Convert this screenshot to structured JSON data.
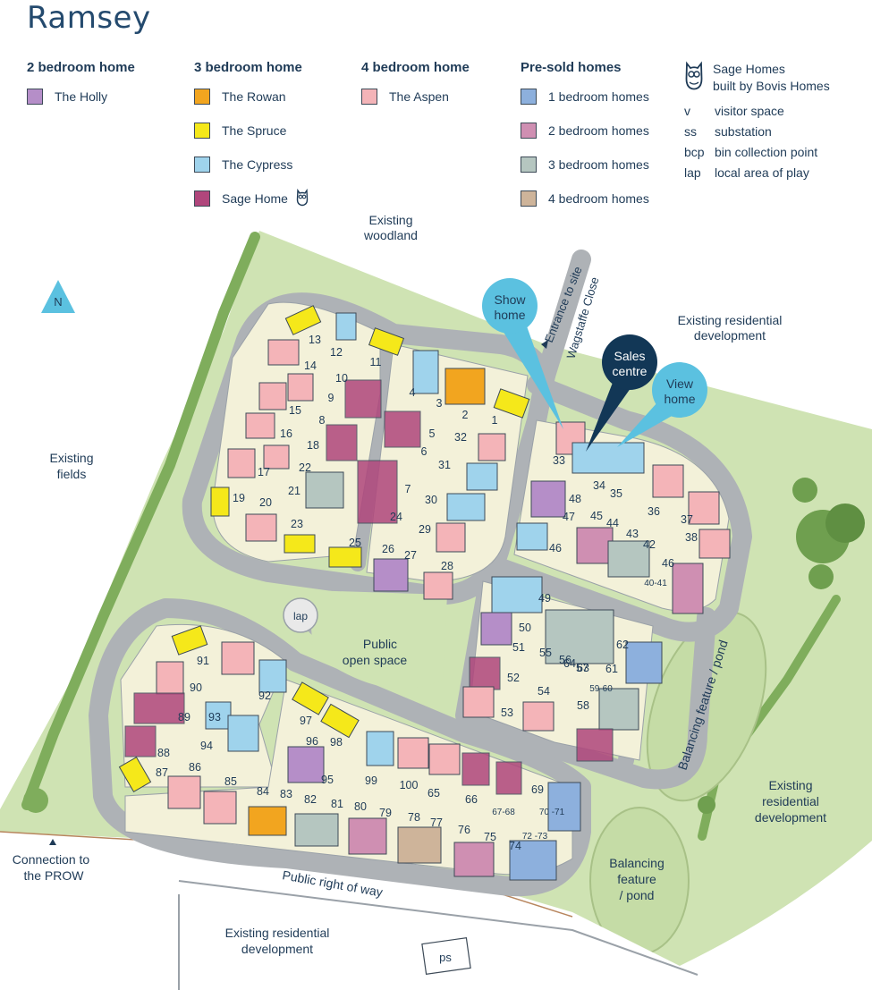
{
  "title": "Ramsey",
  "legend": {
    "two_bed": {
      "heading": "2 bedroom home",
      "items": [
        {
          "label": "The Holly",
          "color": "#b58ec8"
        }
      ]
    },
    "three_bed": {
      "heading": "3 bedroom home",
      "items": [
        {
          "label": "The Rowan",
          "color": "#f2a51f"
        },
        {
          "label": "The Spruce",
          "color": "#f5e81a"
        },
        {
          "label": "The Cypress",
          "color": "#9fd3ec"
        },
        {
          "label": "Sage Home",
          "color": "#b0467c"
        }
      ]
    },
    "four_bed": {
      "heading": "4 bedroom home",
      "items": [
        {
          "label": "The Aspen",
          "color": "#f4b4b8"
        }
      ]
    },
    "presold": {
      "heading": "Pre-sold homes",
      "items": [
        {
          "label": "1 bedroom homes",
          "color": "#8db0dd"
        },
        {
          "label": "2 bedroom homes",
          "color": "#cf8fb2"
        },
        {
          "label": "3 bedroom homes",
          "color": "#b5c6c0"
        },
        {
          "label": "4 bedroom homes",
          "color": "#ceb49a"
        }
      ]
    }
  },
  "key": {
    "sage_line1": "Sage Homes",
    "sage_line2": "built by Bovis Homes",
    "rows": [
      {
        "abbr": "v",
        "text": "visitor space"
      },
      {
        "abbr": "ss",
        "text": "substation"
      },
      {
        "abbr": "bcp",
        "text": "bin collection point"
      },
      {
        "abbr": "lap",
        "text": "local area of play"
      }
    ]
  },
  "north": "N",
  "callouts": {
    "show_home": [
      "Show",
      "home"
    ],
    "sales_centre": [
      "Sales",
      "centre"
    ],
    "view_home": [
      "View",
      "home"
    ]
  },
  "map_labels": {
    "woodland": [
      "Existing",
      "woodland"
    ],
    "fields": [
      "Existing",
      "fields"
    ],
    "res_ne": [
      "Existing residential",
      "development"
    ],
    "res_e": [
      "Existing",
      "residential",
      "development"
    ],
    "res_s": [
      "Existing residential",
      "development"
    ],
    "entrance": "Entrance to site",
    "wagstaffe": "Wagstaffe Close",
    "public_open": [
      "Public",
      "open space"
    ],
    "lap": "lap",
    "prow_conn": [
      "Connection to",
      "the PROW"
    ],
    "row": "Public right of way",
    "balancing_1": "Balancing feature / pond",
    "balancing_2": [
      "Balancing",
      "feature",
      "/ pond"
    ],
    "ps": "ps"
  },
  "plot_numbers": [
    "1",
    "2",
    "3",
    "4",
    "5",
    "6",
    "7",
    "8",
    "9",
    "10",
    "11",
    "12",
    "13",
    "14",
    "15",
    "16",
    "17",
    "18",
    "19",
    "20",
    "21",
    "22",
    "23",
    "24",
    "25",
    "26",
    "27",
    "28",
    "29",
    "30",
    "31",
    "32",
    "33",
    "34",
    "35",
    "36",
    "37",
    "38",
    "40-41",
    "42",
    "43",
    "44",
    "45",
    "46",
    "46",
    "47",
    "48",
    "49",
    "50",
    "51",
    "52",
    "53",
    "54",
    "55",
    "56",
    "57",
    "58",
    "59-60",
    "61",
    "62",
    "63",
    "64",
    "65",
    "66",
    "67-68",
    "69",
    "70 -71",
    "72 -73",
    "74",
    "75",
    "76",
    "77",
    "78",
    "79",
    "80",
    "81",
    "82",
    "83",
    "84",
    "85",
    "86",
    "87",
    "88",
    "89",
    "90",
    "91",
    "92",
    "93",
    "94",
    "95",
    "96",
    "97",
    "98",
    "99",
    "100"
  ]
}
